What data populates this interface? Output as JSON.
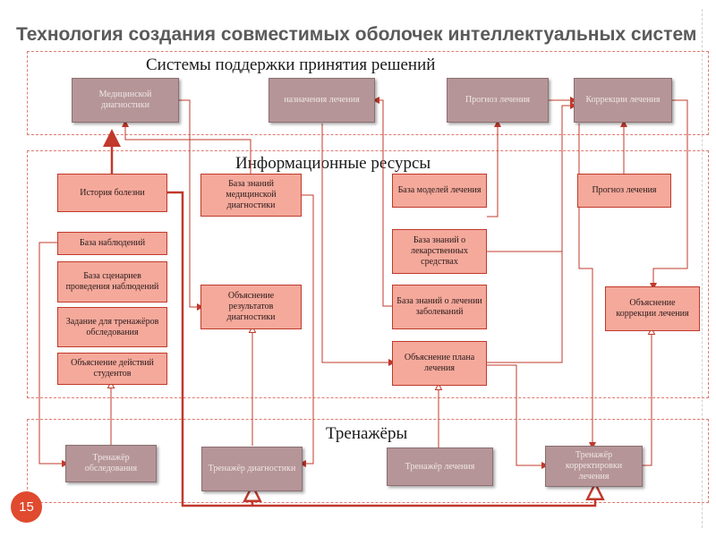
{
  "title": "Технология создания совместимых оболочек интеллектуальных систем",
  "page_number": "15",
  "regions": {
    "decision": "Системы поддержки принятия решений",
    "info": "Информационные ресурсы",
    "trainers": "Тренажёры"
  },
  "boxes": {
    "med_diag": "Медицинской диагностики",
    "naznach": "назначения лечения",
    "prognoz_top": "Прогноз лечения",
    "korrekcii": "Коррекции лечения",
    "istoriya": "История болезни",
    "bz_med_diag": "База знаний медицинской диагностики",
    "baza_modeley": "База моделей лечения",
    "prognoz_right": "Прогноз лечения",
    "baza_nabl": "База наблюдений",
    "baza_scen": "База сценариев проведения наблюдений",
    "zadanie": "Задание для тренажёров обследования",
    "obyas_stud": "Объяснение действий студентов",
    "bz_lek": "База знаний о лекарственных средствах",
    "obyas_diag": "Объяснение результатов диагностики",
    "bz_lech": "База знаний о лечении заболеваний",
    "obyas_korr": "Объяснение коррекции лечения",
    "obyas_plana": "Объяснение плана лечения",
    "tr_obsl": "Тренажёр обследования",
    "tr_diag": "Тренажёр диагностики",
    "tr_lech": "Тренажёр лечения",
    "tr_korr": "Тренажёр корректировки лечения"
  },
  "colors": {
    "accent": "#e04a2e",
    "line": "#c0392b",
    "box_gray": "#b59598",
    "box_pink": "#f4a99b",
    "region": "#e07a70"
  }
}
